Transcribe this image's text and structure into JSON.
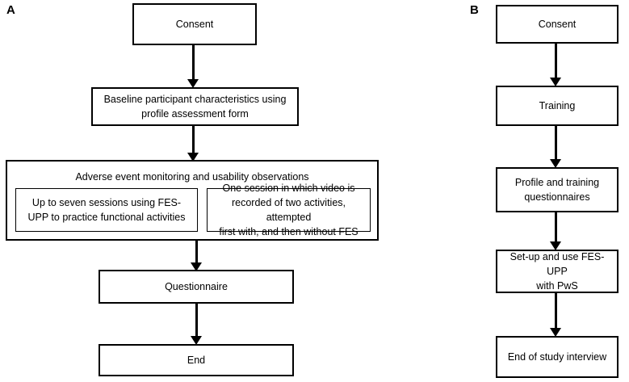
{
  "panel_a": {
    "label": "A",
    "consent": "Consent",
    "baseline": [
      "Baseline participant characteristics using",
      "profile assessment form"
    ],
    "monitoring_title": "Adverse event monitoring and usability observations",
    "sessions": [
      "Up to seven sessions using FES-",
      "UPP to practice functional activities"
    ],
    "video": [
      "One session in which video is",
      "recorded of two activities, attempted",
      "first with, and then without FES"
    ],
    "questionnaire": "Questionnaire",
    "end": "End"
  },
  "panel_b": {
    "label": "B",
    "consent": "Consent",
    "training": "Training",
    "questionnaires": [
      "Profile and training",
      "questionnaires"
    ],
    "setup": [
      "Set-up and use FES-UPP",
      "with PwS"
    ],
    "interview": "End of study interview"
  }
}
